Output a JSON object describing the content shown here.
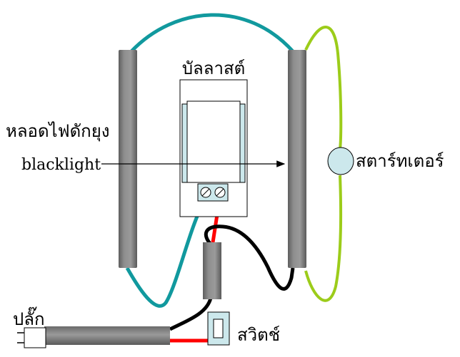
{
  "labels": {
    "ballast": "บัลลาสต์",
    "tube": "หลอดไฟดักยุง",
    "blacklight": "blacklight",
    "starter": "สตาร์ทเตอร์",
    "plug": "ปลั๊ก",
    "switch": "สวิตช์"
  },
  "colors": {
    "tube": "#7d7d7d",
    "teal_wire": "#11999e",
    "lime_wire": "#9ccc1a",
    "red_wire": "#ff0000",
    "black_wire": "#000000",
    "component_fill": "#cce8ec"
  }
}
